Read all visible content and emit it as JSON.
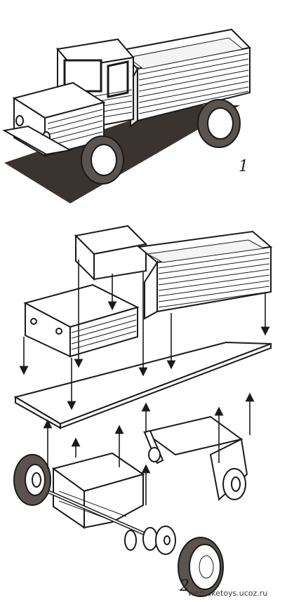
{
  "figure": {
    "label_1": "1",
    "label_2": "2",
    "watermark": "wemaketoys.ucoz.ru"
  },
  "colors": {
    "ink": "#1a1a1a",
    "paper": "#ffffff",
    "shadow": "#3b3330",
    "wheel_tread": "#5a534f"
  }
}
